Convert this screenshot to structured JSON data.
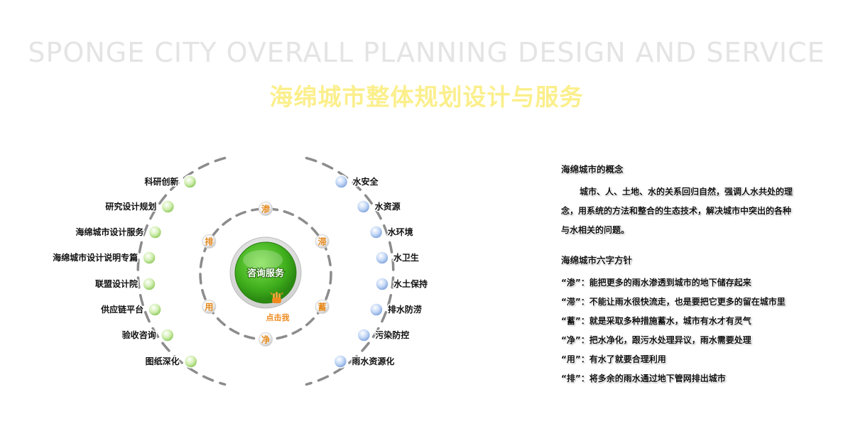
{
  "header": {
    "title_en": "SPONGE CITY OVERALL PLANNING DESIGN AND SERVICE",
    "title_cn": "海绵城市整体规划设计与服务"
  },
  "diagram": {
    "center": {
      "label": "咨询服务",
      "click_hint": "点击我",
      "icon": "hand-pointer-icon"
    },
    "inner_items": [
      "渗",
      "滞",
      "蓄",
      "净",
      "用",
      "排"
    ],
    "left_items": [
      "科研创新",
      "研究设计规划",
      "海绵城市设计服务",
      "海绵城市设计说明专篇",
      "联盟设计院",
      "供应链平台",
      "验收咨询",
      "图纸深化"
    ],
    "right_items": [
      "水安全",
      "水资源",
      "水环境",
      "水卫生",
      "水土保持",
      "排水防涝",
      "污染防控",
      "雨水资源化"
    ],
    "colors": {
      "left_node": "#b8e08a",
      "right_node": "#a8c4ec",
      "center": "#4cb82a",
      "inner_text": "#e58a1f",
      "dash": "#8c8c8c"
    }
  },
  "panel": {
    "concept_title": "海绵城市的概念",
    "concept_text": "城市、人、土地、水的关系回归自然，强调人水共处的理念，用系统的方法和整合的生态技术，解决城市中突出的各种与水相关的问题。",
    "principles_title": "海绵城市六字方针",
    "principles": [
      "“渗”：能把更多的雨水渗透到城市的地下储存起来",
      "“滞”：不能让雨水很快流走，也是要把它更多的留在城市里",
      "“蓄”：就是采取多种措施蓄水，城市有水才有灵气",
      "“净”：把水净化，跟污水处理异议，雨水需要处理",
      "“用”：有水了就要合理利用",
      "“排”：将多余的雨水通过地下管网排出城市"
    ]
  }
}
